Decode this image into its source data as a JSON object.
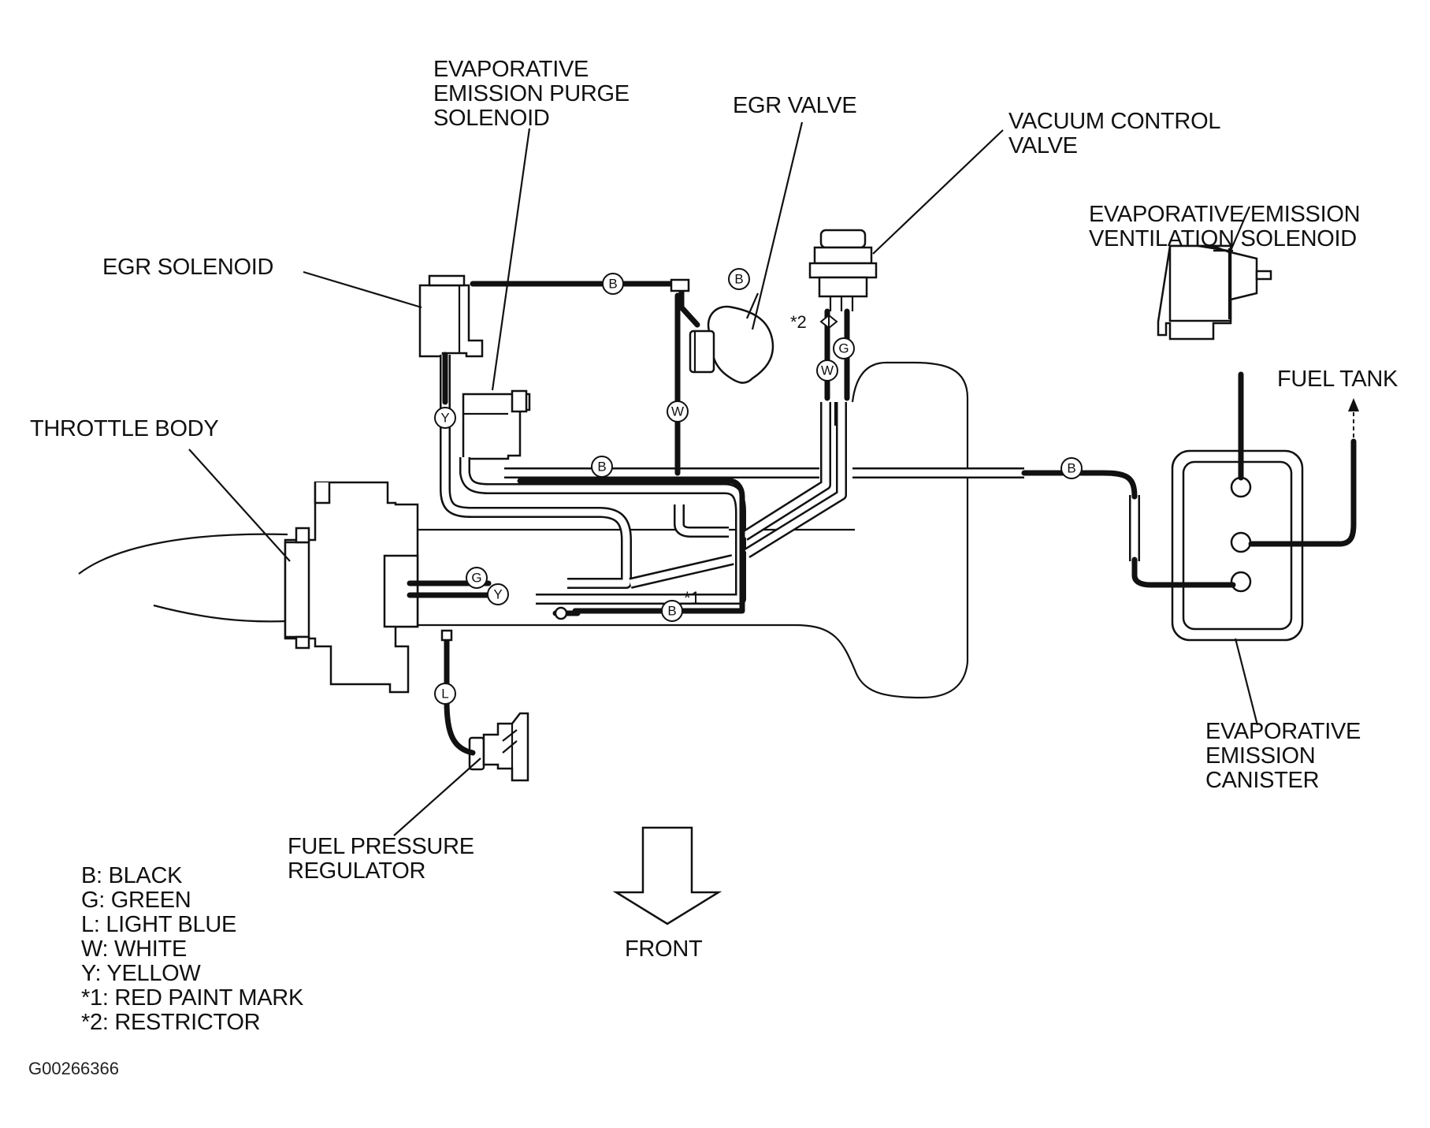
{
  "labels": {
    "purge_solenoid": [
      "EVAPORATIVE",
      "EMISSION PURGE",
      "SOLENOID"
    ],
    "egr_valve": [
      "EGR VALVE"
    ],
    "vacuum_control_valve": [
      "VACUUM CONTROL",
      "VALVE"
    ],
    "ventilation_solenoid": [
      "EVAPORATIVE EMISSION",
      "VENTILATION SOLENOID"
    ],
    "egr_solenoid": [
      "EGR SOLENOID"
    ],
    "fuel_tank": [
      "FUEL TANK"
    ],
    "throttle_body": [
      "THROTTLE BODY"
    ],
    "canister": [
      "EVAPORATIVE",
      "EMISSION",
      "CANISTER"
    ],
    "fuel_pressure_regulator": [
      "FUEL PRESSURE",
      "REGULATOR"
    ],
    "front": [
      "FRONT"
    ]
  },
  "hose_tags": {
    "b_top": "B",
    "b_egr": "B",
    "y_egr": "Y",
    "w_vert": "W",
    "b_mid": "B",
    "g_vcv": "G",
    "w_vcv": "W",
    "b_right": "B",
    "g_tb": "G",
    "y_tb": "Y",
    "b_low": "B",
    "l_reg": "L"
  },
  "marks": {
    "restrictor": "*2",
    "red_paint": "*1"
  },
  "legend": [
    "B: BLACK",
    "G: GREEN",
    "L: LIGHT BLUE",
    "W: WHITE",
    "Y: YELLOW",
    "*1: RED PAINT MARK",
    "*2: RESTRICTOR"
  ],
  "figure_code": "G00266366"
}
